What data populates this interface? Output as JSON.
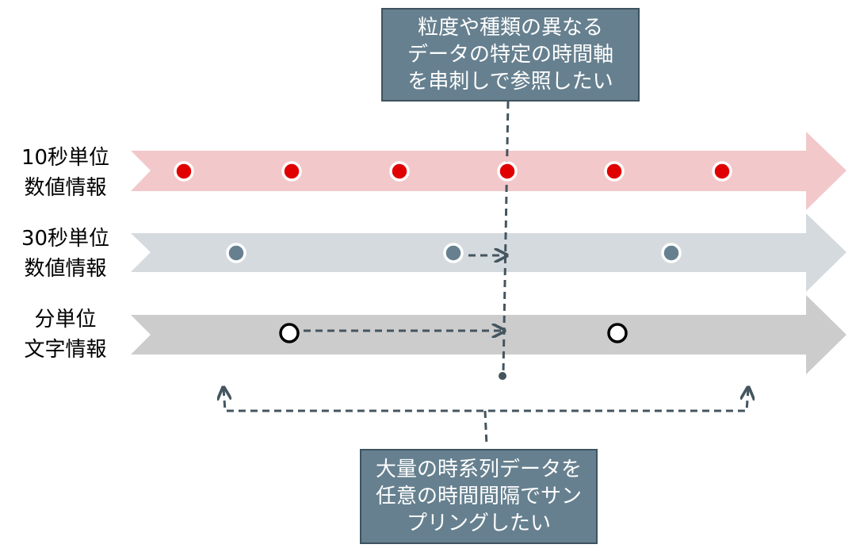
{
  "callouts": {
    "top": {
      "lines": [
        "粒度や種類の異なる",
        "データの特定の時間軸",
        "を串刺しで参照したい"
      ]
    },
    "bottom": {
      "lines": [
        "大量の時系列データを",
        "任意の時間間隔でサン",
        "プリングしたい"
      ]
    }
  },
  "rows": [
    {
      "lines": [
        "10秒単位",
        "数値情報"
      ],
      "band_color": "#f2c8ca",
      "dot_fill": "#e00000",
      "dot_stroke": "#ffffff"
    },
    {
      "lines": [
        "30秒単位",
        "数値情報"
      ],
      "band_color": "#d5dadf",
      "dot_fill": "#66808f",
      "dot_stroke": "#ffffff"
    },
    {
      "lines": [
        "分単位",
        "文字情報"
      ],
      "band_color": "#cccccc",
      "dot_fill": "#ffffff",
      "dot_stroke": "#000000"
    }
  ],
  "colors": {
    "dashed_line": "#44555f"
  }
}
